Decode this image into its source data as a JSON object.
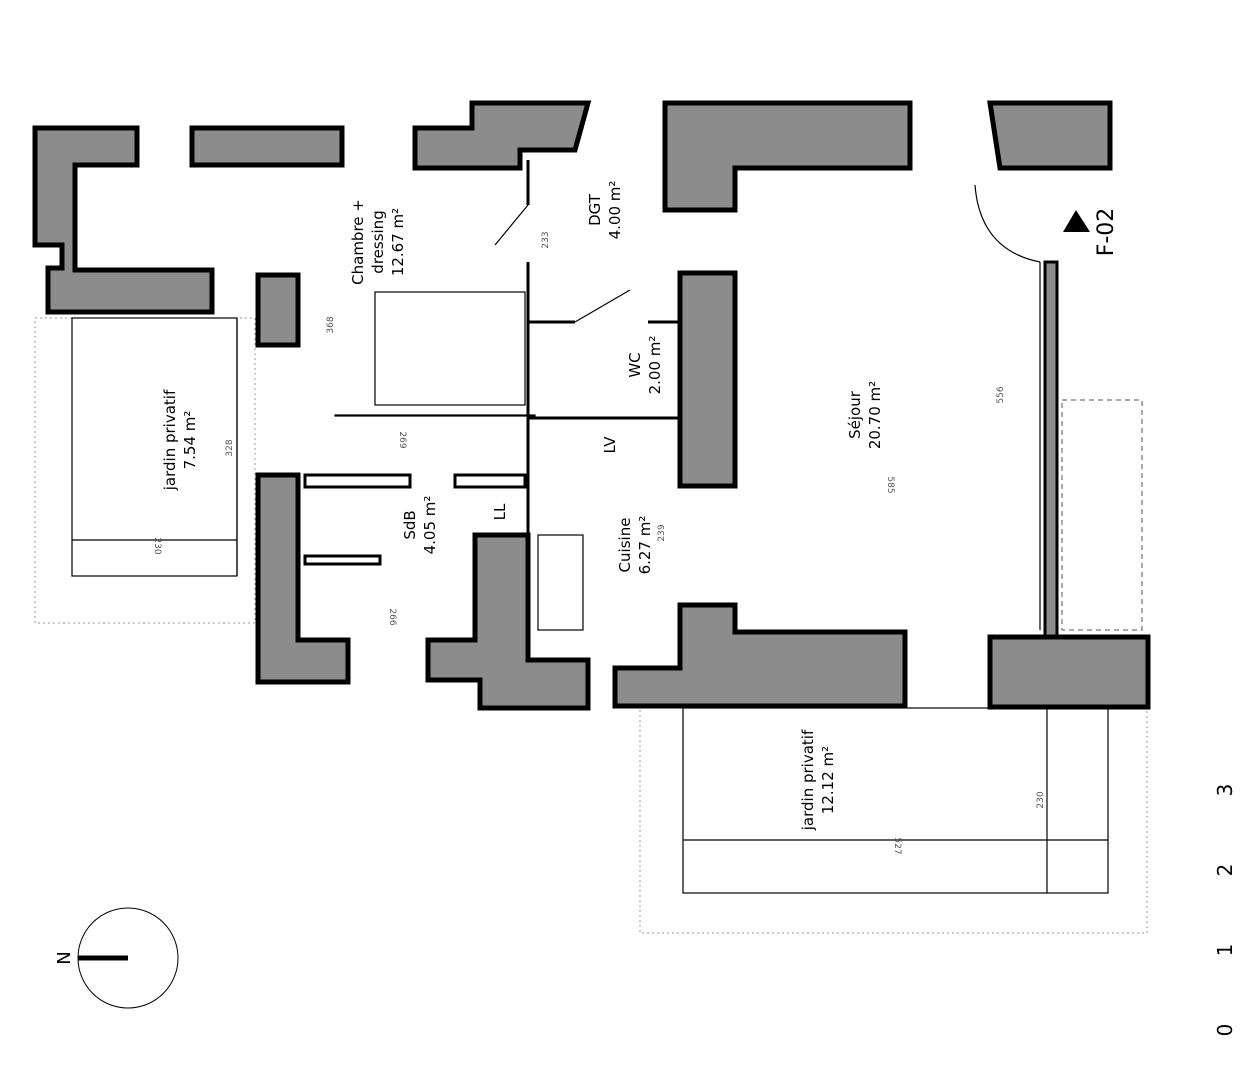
{
  "rooms": [
    {
      "name": "Chambre +",
      "name2": "dressing",
      "area": "12.67 m²"
    },
    {
      "name": "DGT",
      "area": "4.00 m²"
    },
    {
      "name": "WC",
      "area": "2.00 m²"
    },
    {
      "name": "Séjour",
      "area": "20.70 m²"
    },
    {
      "name": "Cuisine",
      "area": "6.27 m²"
    },
    {
      "name": "SdB",
      "area": "4.05 m²"
    },
    {
      "name": "jardin privatif",
      "area": "7.54 m²"
    },
    {
      "name": "jardin privatif",
      "area": "12.12 m²"
    }
  ],
  "dimensions": [
    "368",
    "269",
    "266",
    "233",
    "556",
    "585",
    "239",
    "328",
    "230",
    "527",
    "230"
  ],
  "fixtures": {
    "washing_machine": "LL",
    "dishwasher": "LV"
  },
  "section_marker": "F-02",
  "north_label": "N",
  "scale_bar": [
    "0",
    "1",
    "2",
    "3"
  ],
  "colors": {
    "wall": "#8c8c8c",
    "line": "#000000"
  }
}
